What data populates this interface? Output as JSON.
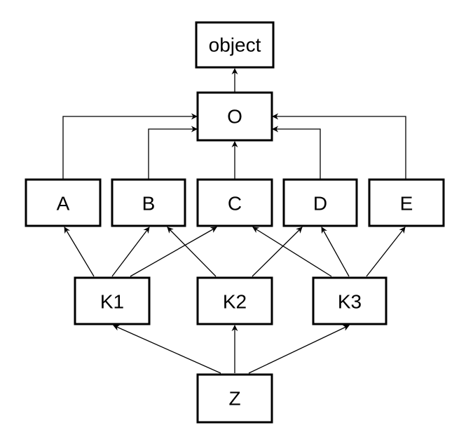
{
  "diagram": {
    "type": "class-inheritance-graph",
    "nodes": {
      "object": "object",
      "O": "O",
      "A": "A",
      "B": "B",
      "C": "C",
      "D": "D",
      "E": "E",
      "K1": "K1",
      "K2": "K2",
      "K3": "K3",
      "Z": "Z"
    },
    "edges": [
      {
        "from": "O",
        "to": "object"
      },
      {
        "from": "A",
        "to": "O"
      },
      {
        "from": "B",
        "to": "O"
      },
      {
        "from": "C",
        "to": "O"
      },
      {
        "from": "D",
        "to": "O"
      },
      {
        "from": "E",
        "to": "O"
      },
      {
        "from": "K1",
        "to": "A"
      },
      {
        "from": "K1",
        "to": "B"
      },
      {
        "from": "K1",
        "to": "C"
      },
      {
        "from": "K2",
        "to": "B"
      },
      {
        "from": "K2",
        "to": "D"
      },
      {
        "from": "K3",
        "to": "C"
      },
      {
        "from": "K3",
        "to": "D"
      },
      {
        "from": "K3",
        "to": "E"
      },
      {
        "from": "Z",
        "to": "K1"
      },
      {
        "from": "Z",
        "to": "K2"
      },
      {
        "from": "Z",
        "to": "K3"
      }
    ],
    "colors": {
      "stroke": "#000000",
      "fill": "#ffffff",
      "text": "#000000"
    }
  }
}
